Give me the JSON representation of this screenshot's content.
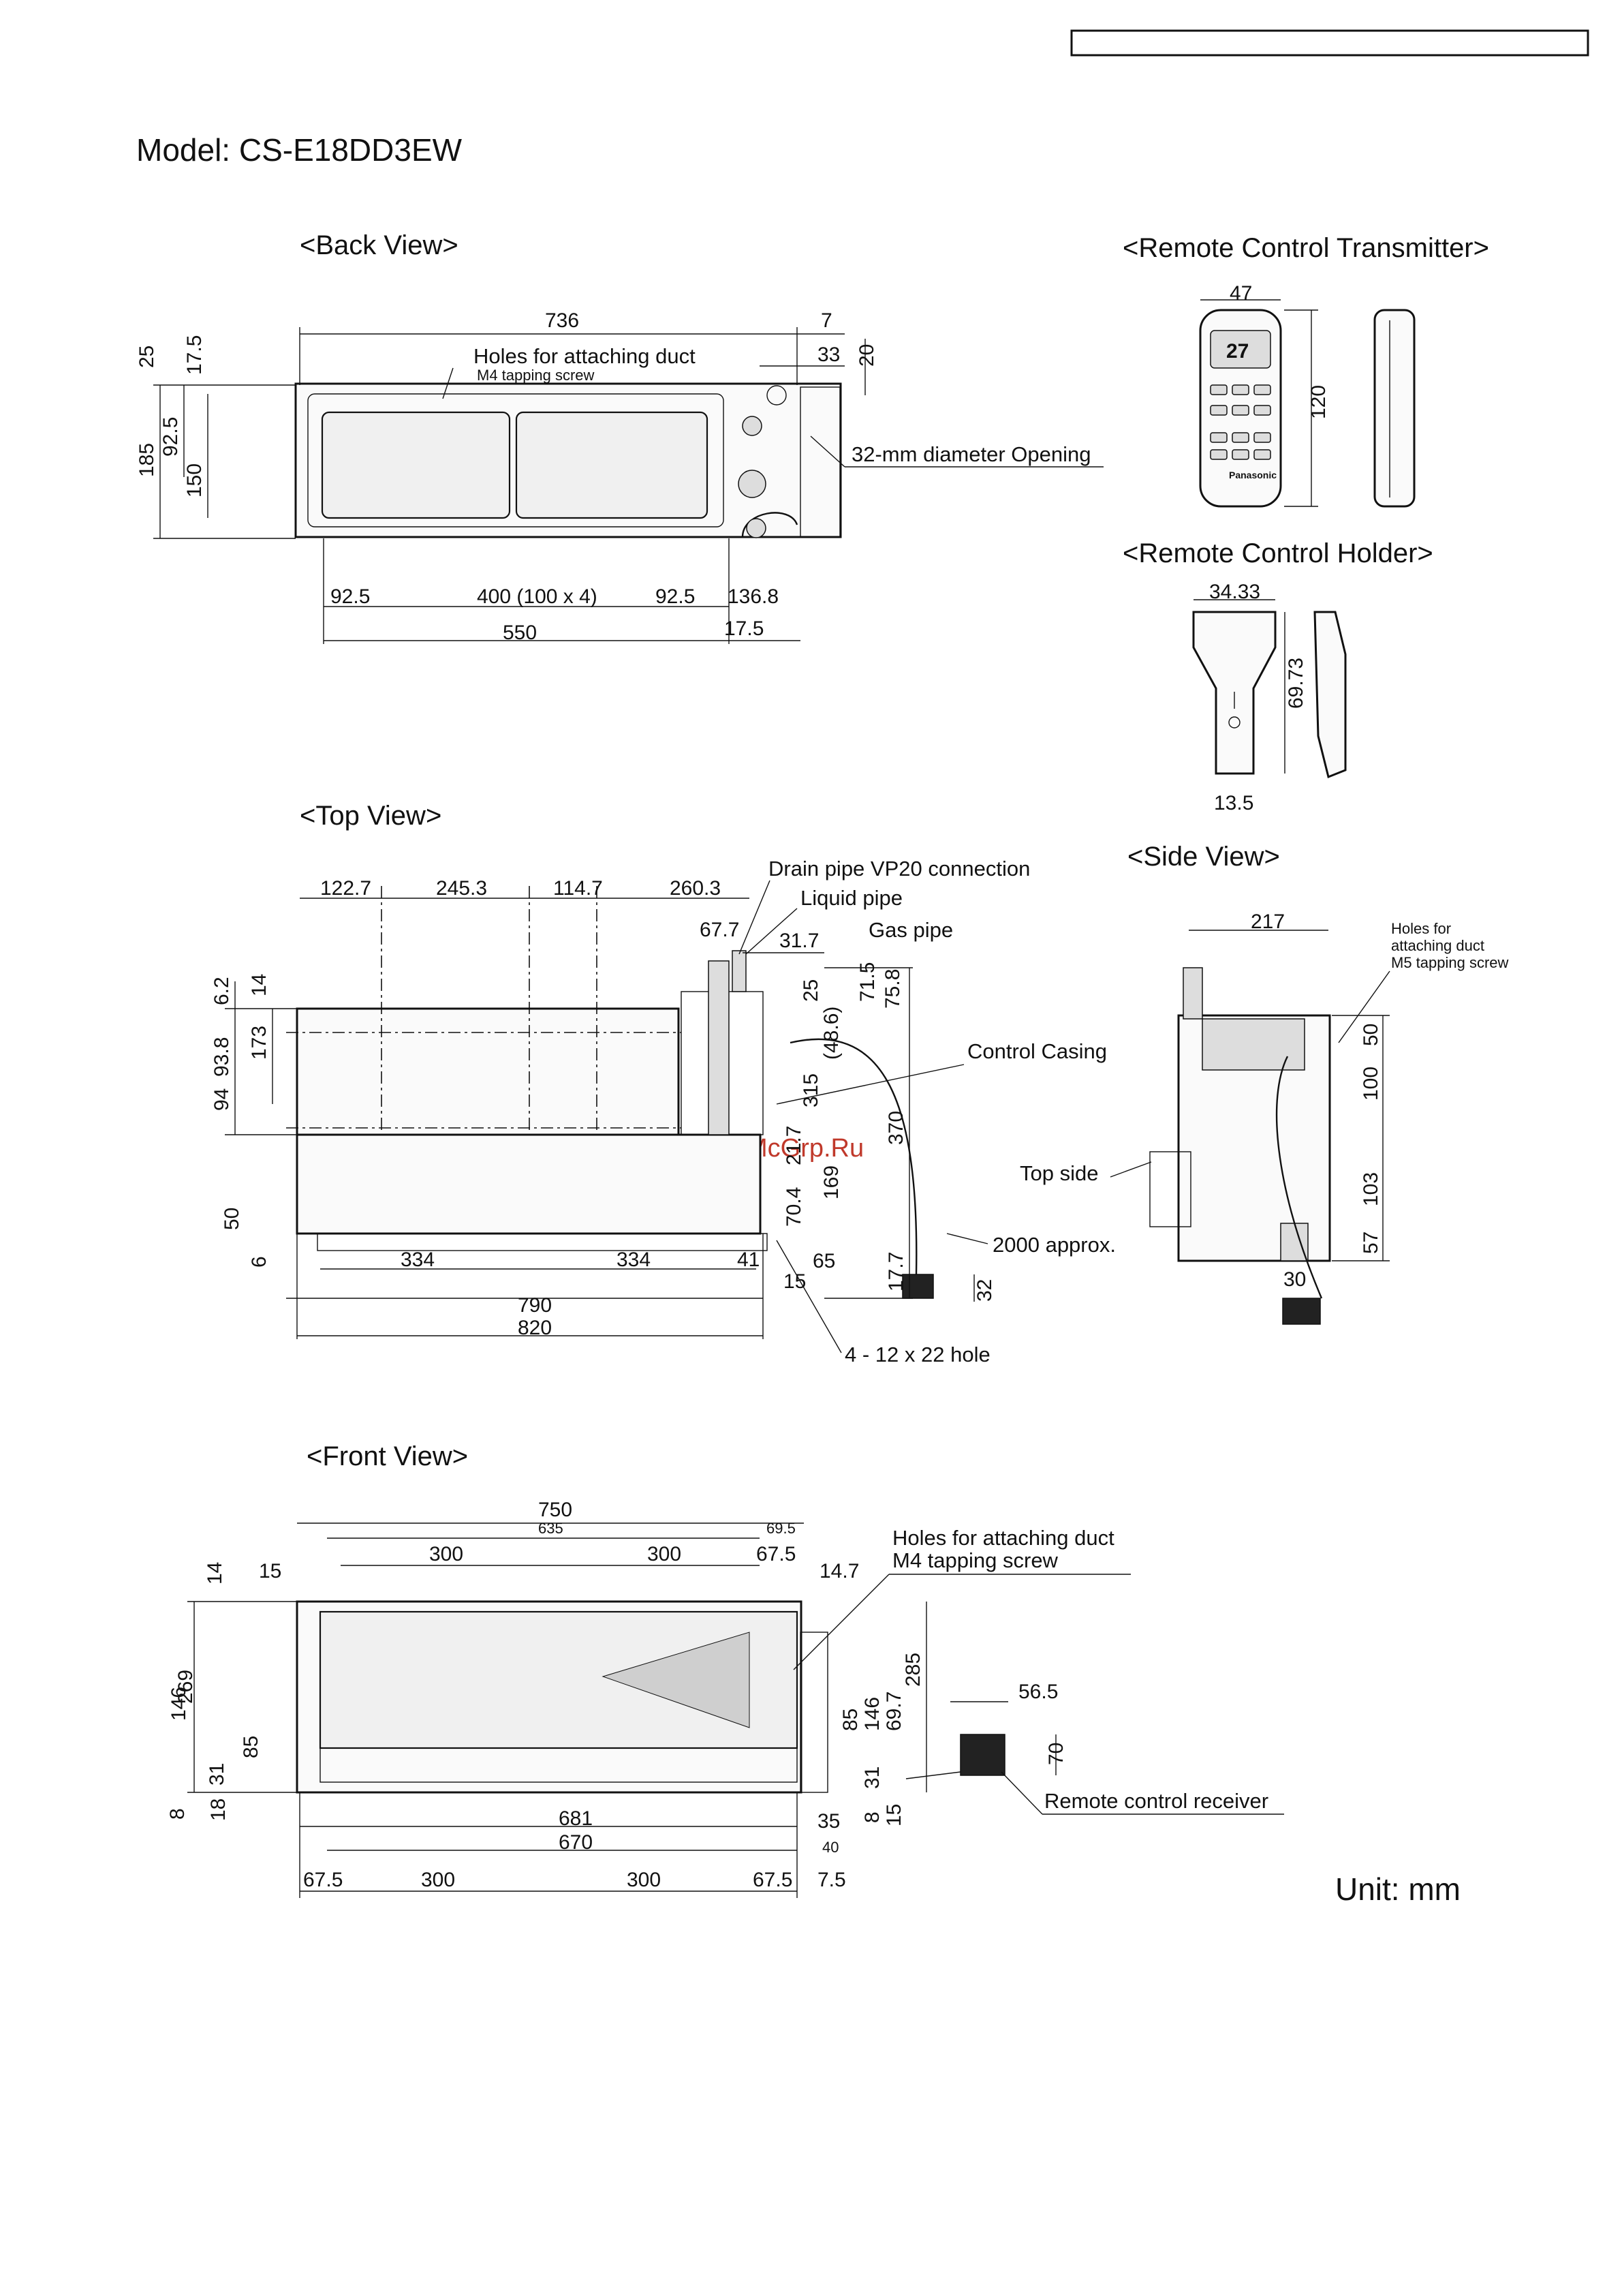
{
  "model": "Model: CS-E18DD3EW",
  "unit": "Unit: mm",
  "watermark": "McGrp.Ru",
  "back_view": {
    "title": "<Back View>",
    "label_holes": "Holes for attaching duct",
    "label_screw": "M4 tapping screw",
    "label_opening": "32-mm diameter Opening",
    "dims": {
      "width": "736",
      "right_gap": "7",
      "right_33": "33",
      "right_20": "20",
      "left_25": "25",
      "left_175": "17.5",
      "left_185": "185",
      "left_925": "92.5",
      "left_150": "150",
      "bot_925a": "92.5",
      "bot_400": "400 (100 x 4)",
      "bot_925b": "92.5",
      "bot_1368": "136.8",
      "bot_550": "550",
      "bot_175": "17.5"
    }
  },
  "remote_transmitter": {
    "title": "<Remote Control Transmitter>",
    "dims": {
      "width": "47",
      "height": "120"
    },
    "display_temp": "27",
    "brand": "Panasonic"
  },
  "remote_holder": {
    "title": "<Remote Control Holder>",
    "dims": {
      "width": "34.33",
      "height": "69.73",
      "bottom": "13.5"
    }
  },
  "top_view": {
    "title": "<Top View>",
    "label_drain": "Drain pipe VP20 connection",
    "label_liquid": "Liquid pipe",
    "label_gas": "Gas pipe",
    "label_casing": "Control Casing",
    "label_cable": "2000 approx.",
    "label_holes": "4 - 12 x 22 hole",
    "dims": {
      "t_1227": "122.7",
      "t_2453": "245.3",
      "t_1147": "114.7",
      "t_2603": "260.3",
      "t_677": "67.7",
      "t_317": "31.7",
      "l_62": "6.2",
      "l_14": "14",
      "l_938": "93.8",
      "l_173": "173",
      "l_94": "94",
      "l_50": "50",
      "l_6": "6",
      "b_334a": "334",
      "b_334b": "334",
      "b_41": "41",
      "b_65": "65",
      "b_15": "15",
      "b_790": "790",
      "b_820": "820",
      "r_25": "25",
      "r_486": "(48.6)",
      "r_315": "315",
      "r_217": "21.7",
      "r_704": "70.4",
      "r_169": "169",
      "r_370": "370",
      "r_715": "71.5",
      "r_758": "75.8",
      "r_177": "17.7",
      "r_32": "32"
    }
  },
  "side_view": {
    "title": "<Side View>",
    "label_holes": "Holes for",
    "label_holes2": "attaching duct",
    "label_screw": "M5 tapping screw",
    "label_top": "Top side",
    "dims": {
      "width": "217",
      "r_50": "50",
      "r_100": "100",
      "r_103": "103",
      "r_57": "57",
      "b_30": "30"
    }
  },
  "front_view": {
    "title": "<Front View>",
    "label_holes": "Holes for attaching duct",
    "label_screw": "M4 tapping screw",
    "label_receiver": "Remote control receiver",
    "dims": {
      "t_750": "750",
      "t_635": "635",
      "t_695": "69.5",
      "t_300a": "300",
      "t_300b": "300",
      "t_675": "67.5",
      "t_15": "15",
      "t_147": "14.7",
      "l_14": "14",
      "l_269": "269",
      "l_146": "146",
      "l_85": "85",
      "l_31": "31",
      "l_8": "8",
      "l_18": "18",
      "r_285": "285",
      "r_85": "85",
      "r_146": "146",
      "r_697": "69.7",
      "r_31": "31",
      "r_8": "8",
      "r_15": "15",
      "b_681": "681",
      "b_670": "670",
      "b_35": "35",
      "b_40": "40",
      "b_675a": "67.5",
      "b_300a": "300",
      "b_300b": "300",
      "b_675b": "67.5",
      "b_75": "7.5",
      "rc_565": "56.5",
      "rc_70": "70"
    }
  }
}
